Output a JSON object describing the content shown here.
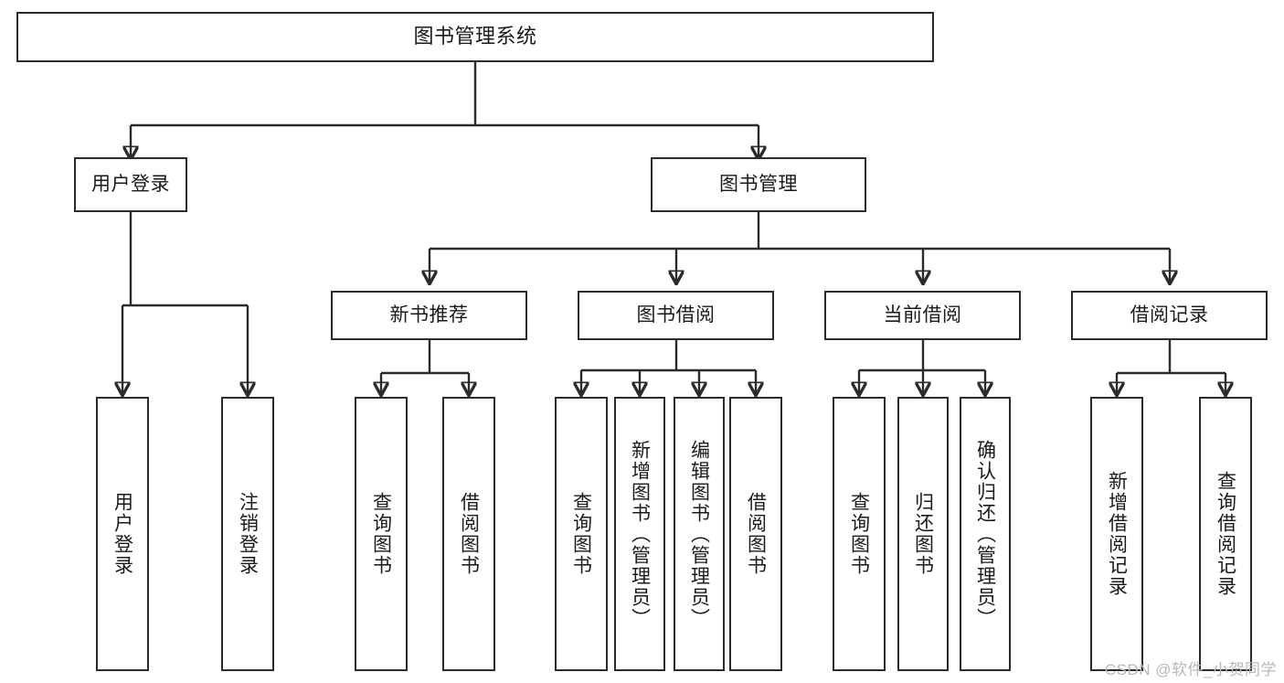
{
  "diagram": {
    "title": "图书管理系统",
    "type": "tree-hierarchy",
    "root": {
      "id": "root",
      "label": "图书管理系统"
    },
    "level2": [
      {
        "id": "user-login",
        "label": "用户登录"
      },
      {
        "id": "book-management",
        "label": "图书管理"
      }
    ],
    "level3": [
      {
        "id": "new-book-recommend",
        "label": "新书推荐",
        "parent": "book-management"
      },
      {
        "id": "book-borrow",
        "label": "图书借阅",
        "parent": "book-management"
      },
      {
        "id": "current-borrow",
        "label": "当前借阅",
        "parent": "book-management"
      },
      {
        "id": "borrow-record",
        "label": "借阅记录",
        "parent": "book-management"
      }
    ],
    "leaves": {
      "user_login": [
        {
          "id": "leaf-user-login",
          "label": "用户登录"
        },
        {
          "id": "leaf-logout-login",
          "label": "注销登录"
        }
      ],
      "new_book_recommend": [
        {
          "id": "leaf-query-book-1",
          "label": "查询图书"
        },
        {
          "id": "leaf-borrow-book-1",
          "label": "借阅图书"
        }
      ],
      "book_borrow": [
        {
          "id": "leaf-query-book-2",
          "label": "查询图书"
        },
        {
          "id": "leaf-add-book",
          "label": "新增图书（管理员）"
        },
        {
          "id": "leaf-edit-book",
          "label": "编辑图书（管理员）"
        },
        {
          "id": "leaf-borrow-book-2",
          "label": "借阅图书"
        }
      ],
      "current_borrow": [
        {
          "id": "leaf-query-book-3",
          "label": "查询图书"
        },
        {
          "id": "leaf-return-book",
          "label": "归还图书"
        },
        {
          "id": "leaf-confirm-return",
          "label": "确认归还（管理员）"
        }
      ],
      "borrow_record": [
        {
          "id": "leaf-add-record",
          "label": "新增借阅记录"
        },
        {
          "id": "leaf-query-record",
          "label": "查询借阅记录"
        }
      ]
    }
  },
  "watermark": {
    "text": "CSDN @软件_小贺同学"
  },
  "colors": {
    "stroke": "#2b2b2b",
    "background": "#ffffff",
    "text": "#1a1a1a",
    "watermark": "#b8b8b8"
  }
}
